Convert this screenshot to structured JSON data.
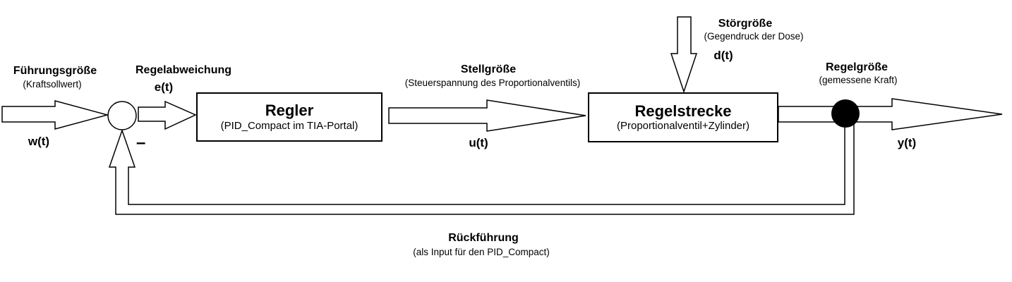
{
  "diagram": {
    "reference": {
      "title": "Führungsgröße",
      "sub": "(Kraftsollwert)",
      "signal": "w(t)"
    },
    "error": {
      "title": "Regelabweichung",
      "signal": "e(t)",
      "minus": "–"
    },
    "controller": {
      "title": "Regler",
      "sub": "(PID_Compact im TIA-Portal)"
    },
    "actuating": {
      "title": "Stellgröße",
      "sub": "(Steuerspannung des Proportionalventils)",
      "signal": "u(t)"
    },
    "disturbance": {
      "title": "Störgröße",
      "sub": "(Gegendruck der Dose)",
      "signal": "d(t)"
    },
    "plant": {
      "title": "Regelstrecke",
      "sub": "(Proportionalventil+Zylinder)"
    },
    "controlled": {
      "title": "Regelgröße",
      "sub": "(gemessene Kraft)",
      "signal": "y(t)"
    },
    "feedback": {
      "title": "Rückführung",
      "sub": "(als Input für den PID_Compact)"
    },
    "colors": {
      "line": "#000000",
      "background": "#ffffff"
    }
  }
}
